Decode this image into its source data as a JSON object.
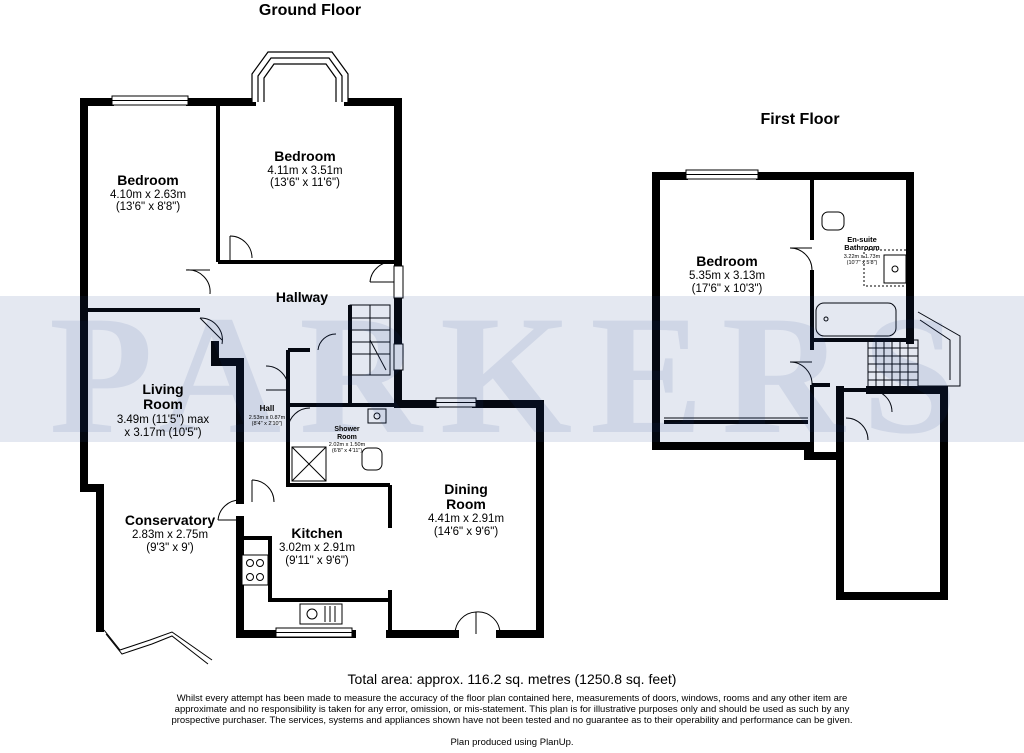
{
  "floors": {
    "ground_title": "Ground Floor",
    "first_title": "First Floor"
  },
  "watermark": "PARKERS",
  "rooms": {
    "bedroom_left": {
      "name": "Bedroom",
      "dims_m": "4.10m x 2.63m",
      "dims_ft": "(13'6\" x 8'8\")"
    },
    "bedroom_front": {
      "name": "Bedroom",
      "dims_m": "4.11m x 3.51m",
      "dims_ft": "(13'6\" x 11'6\")"
    },
    "hallway": {
      "name": "Hallway"
    },
    "living": {
      "name_line1": "Living",
      "name_line2": "Room",
      "dims_m": "3.49m (11'5\") max",
      "dims_ft": "x 3.17m (10'5\")"
    },
    "hall": {
      "name": "Hall",
      "dims_m": "2.53m x 0.87m",
      "dims_ft": "(8'4\" x 2'10\")"
    },
    "shower": {
      "name_line1": "Shower",
      "name_line2": "Room",
      "dims_m": "2.02m x 1.50m",
      "dims_ft": "(6'8\" x 4'11\")"
    },
    "dining": {
      "name_line1": "Dining",
      "name_line2": "Room",
      "dims_m": "4.41m x 2.91m",
      "dims_ft": "(14'6\" x 9'6\")"
    },
    "conservatory": {
      "name": "Conservatory",
      "dims_m": "2.83m x 2.75m",
      "dims_ft": "(9'3\" x 9')"
    },
    "kitchen": {
      "name": "Kitchen",
      "dims_m": "3.02m x 2.91m",
      "dims_ft": "(9'11\" x 9'6\")"
    },
    "bedroom_first": {
      "name": "Bedroom",
      "dims_m": "5.35m x 3.13m",
      "dims_ft": "(17'6\" x 10'3\")"
    },
    "ensuite": {
      "name_line1": "En-suite",
      "name_line2": "Bathroom",
      "dims_m": "3.22m x 1.73m",
      "dims_ft": "(10'7\" x 5'8\")"
    }
  },
  "footer": {
    "total": "Total area: approx. 116.2 sq. metres (1250.8 sq. feet)",
    "disclaimer": "Whilst every attempt has been made to measure the accuracy of the floor plan contained here, measurements of doors, windows, rooms and any other item are approximate and no responsibility is taken for any error, omission, or mis-statement.  This plan is for illustrative purposes only and should be used as such by any prospective purchaser.  The services, systems and appliances shown have not been tested and no guarantee as to their operability and performance can be given.",
    "credit": "Plan produced using PlanUp."
  },
  "colors": {
    "wall": "#000000",
    "watermark": "#1f3f8a",
    "text": "#000000",
    "background": "#ffffff"
  }
}
